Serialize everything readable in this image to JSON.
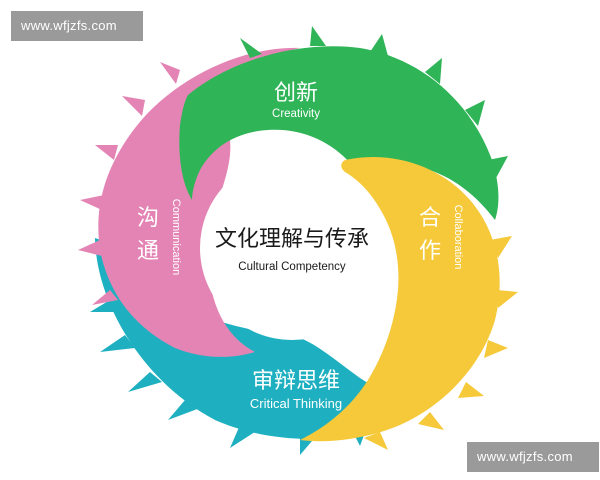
{
  "watermark": {
    "top_text": "www.wfjzfs.com",
    "bottom_text": "www.wfjzfs.com"
  },
  "center": {
    "title_zh": "文化理解与传承",
    "title_en": "Cultural Competency"
  },
  "segments": [
    {
      "id": "creativity",
      "title_zh": "创新",
      "title_en": "Creativity",
      "color": "#2fb457"
    },
    {
      "id": "collaboration",
      "title_zh": "合作",
      "title_en": "Collaboration",
      "color": "#f5c93a"
    },
    {
      "id": "critical-thinking",
      "title_zh": "审辩思维",
      "title_en": "Critical Thinking",
      "color": "#1eb0c0"
    },
    {
      "id": "communication",
      "title_zh": "沟通",
      "title_en": "Communication",
      "color": "#e384b4"
    }
  ]
}
